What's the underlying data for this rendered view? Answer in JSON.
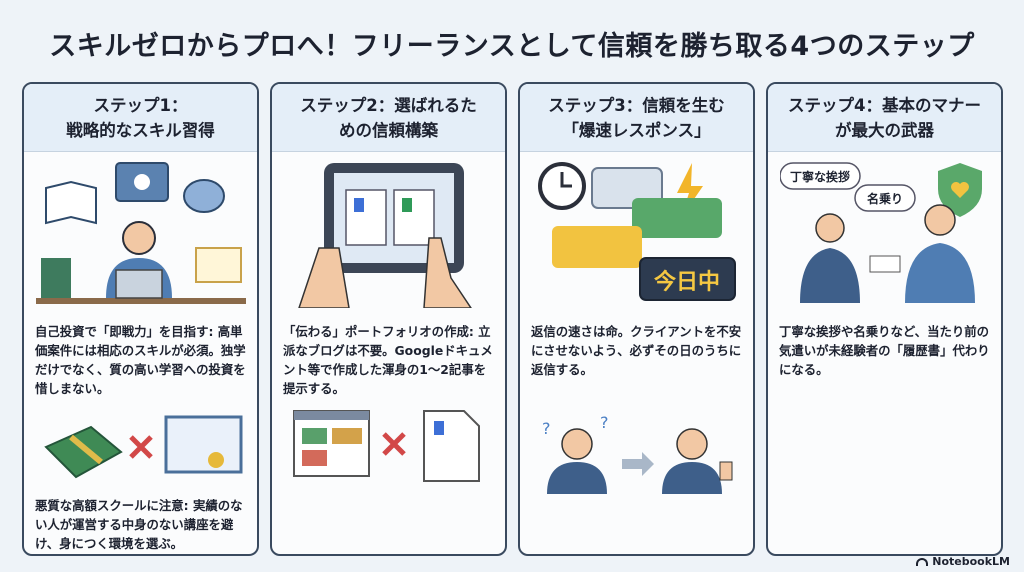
{
  "title": "スキルゼロからプロへ！フリーランスとして信頼を勝ち取る4つのステップ",
  "steps": [
    {
      "heading": "ステップ1：\n戦略的なスキル習得",
      "text1": "自己投資で「即戦力」を目指す: 高単価案件には相応のスキルが必須。独学だけでなく、質の高い学習への投資を惜しまない。",
      "text2": "悪質な高額スクールに注意: 実績のない人が運営する中身のない講座を避け、身につく環境を選ぶ。"
    },
    {
      "heading": "ステップ2：選ばれるた\nめの信頼構築",
      "text1": "「伝わる」ポートフォリオの作成: 立派なブログは不要。Googleドキュメント等で作成した渾身の1〜2記事を提示する。"
    },
    {
      "heading": "ステップ3：信頼を生む\n「爆速レスポンス」",
      "text1": "返信の速さは命。クライアントを不安にさせないよう、必ずその日のうちに返信する。",
      "badge": "今日中"
    },
    {
      "heading": "ステップ4：基本のマナー\nが最大の武器",
      "text1": "丁寧な挨拶や名乗りなど、当たり前の気遣いが未経験者の「履歴書」代わりになる。",
      "bubble1": "丁寧な挨拶",
      "bubble2": "名乗り"
    }
  ],
  "footer": "NotebookLM"
}
